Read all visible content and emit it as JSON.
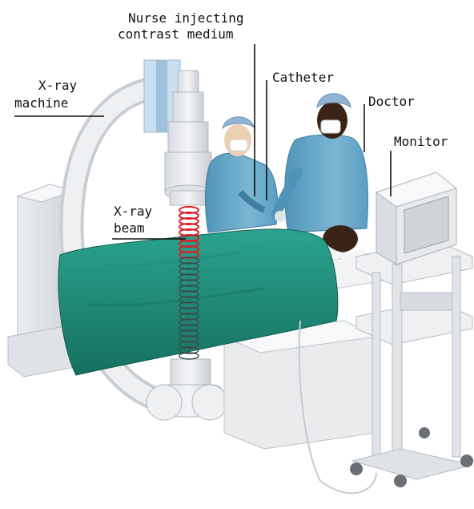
{
  "labels": {
    "nurse_line1": "Nurse injecting",
    "nurse_line2": "contrast medium",
    "catheter": "Catheter",
    "doctor": "Doctor",
    "monitor": "Monitor",
    "xray_machine_line1": "X-ray",
    "xray_machine_line2": "machine",
    "xray_beam_line1": "X-ray",
    "xray_beam_line2": "beam"
  },
  "colors": {
    "sheet": "#1f8a78",
    "scrubs": "#6aa8c8",
    "cap": "#8fb4d4",
    "machine": "#e4e7ea",
    "skin_light": "#e8c9a8",
    "skin_dark": "#3a2418",
    "beam": "#d6222a",
    "leader": "#111111"
  }
}
